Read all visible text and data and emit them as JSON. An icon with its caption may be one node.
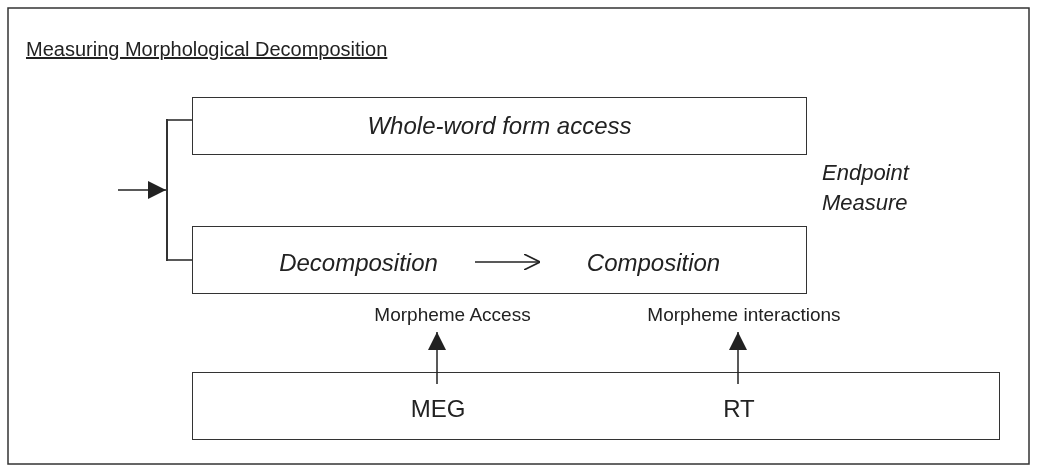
{
  "diagram": {
    "title": "Measuring Morphological Decomposition",
    "nodes": [
      {
        "text": [],
        "shape": "bar"
      },
      {
        "text": [
          "Whole-word form access"
        ]
      },
      {
        "text": [],
        "shape": "box"
      },
      {
        "text": [
          "Decomposition"
        ],
        "in": 2
      },
      {
        "text": [
          "Composition"
        ],
        "in": 2
      },
      {
        "text": [
          "Morpheme Access"
        ]
      },
      {
        "text": [
          "Morpheme interactions"
        ]
      },
      {
        "text": [],
        "shape": "box"
      },
      {
        "text": [
          "MEG"
        ],
        "in": 7
      },
      {
        "text": [
          "RT"
        ],
        "in": 7
      }
    ],
    "edges": [
      {
        "from": null,
        "to": 0,
        "arrow": "to"
      },
      {
        "from": 0,
        "to": 1,
        "arrow": "none"
      },
      {
        "from": 0,
        "to": 2,
        "arrow": "none"
      },
      {
        "from": 3,
        "to": 4,
        "arrow": "to"
      },
      {
        "from": 8,
        "to": 5,
        "arrow": "to"
      },
      {
        "from": 9,
        "to": 6,
        "arrow": "to"
      }
    ],
    "labels": [
      "Endpoint Measure"
    ]
  }
}
